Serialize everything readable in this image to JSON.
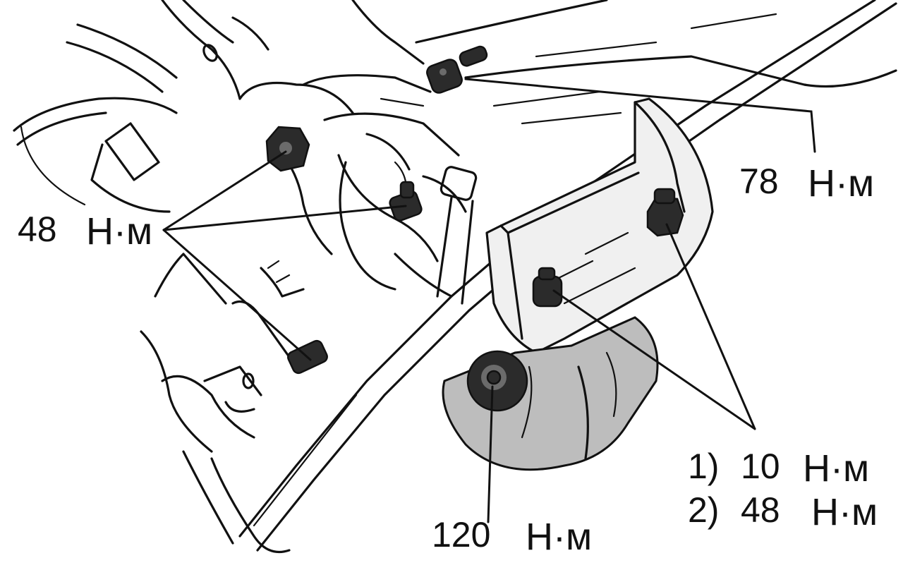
{
  "callouts": {
    "top_right": {
      "value": "78",
      "unit": "Н·м"
    },
    "left": {
      "value": "48",
      "unit": "Н·м"
    },
    "bottom_right_step1": {
      "step": "1)",
      "value": "10",
      "unit": "Н·м"
    },
    "bottom_right_step2": {
      "step": "2)",
      "value": "48",
      "unit": "Н·м"
    },
    "bottom": {
      "value": "120",
      "unit": "Н·м"
    }
  },
  "colors": {
    "ink": "#111111",
    "background": "#ffffff",
    "shading": "#bdbdbd"
  }
}
